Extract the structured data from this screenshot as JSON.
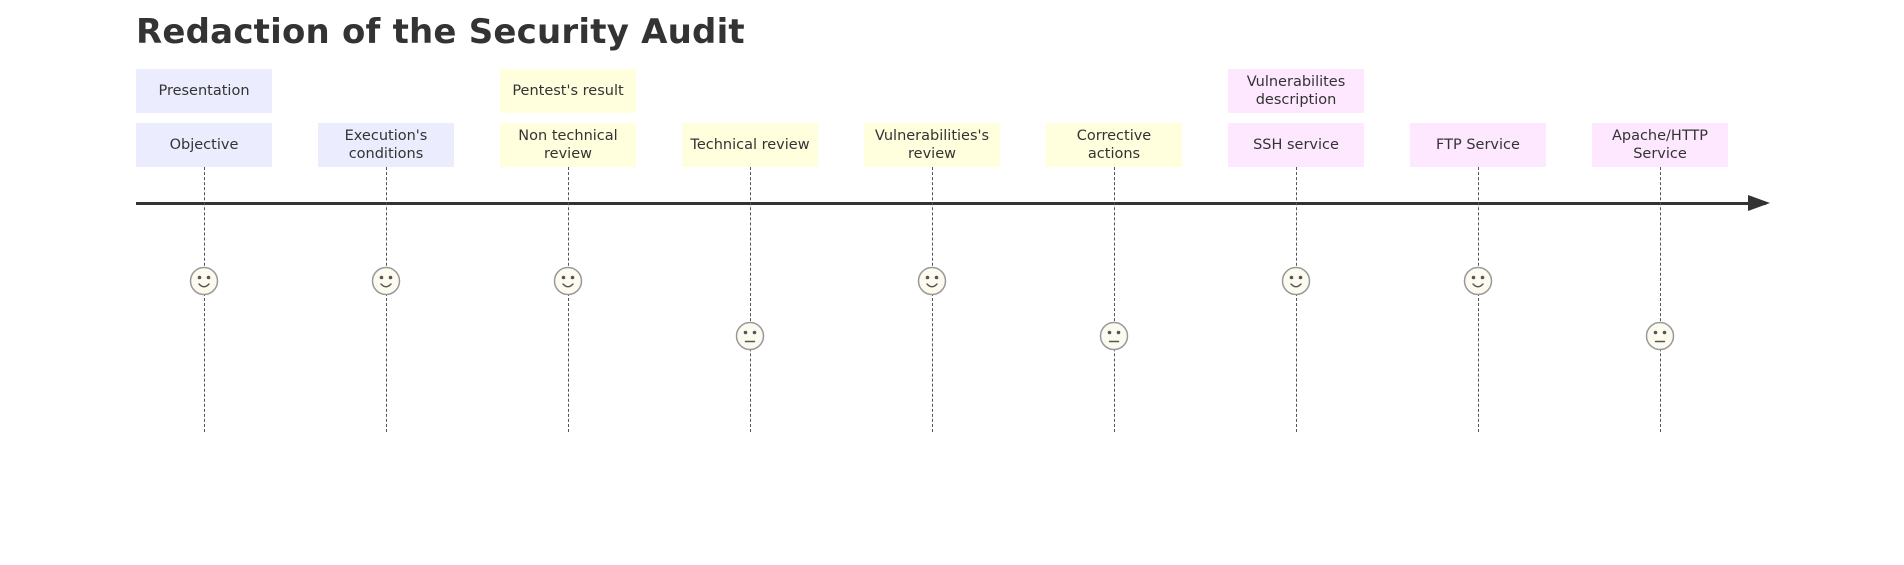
{
  "title": "Redaction of the Security Audit",
  "colors": {
    "section_presentation": "#ececff",
    "section_pentest": "#ffffde",
    "section_vulns": "#fee8ff",
    "axis": "#333333",
    "face_fill": "#fdfbf0",
    "face_stroke": "#999999"
  },
  "sections": [
    {
      "label": "Presentation",
      "color": "#ececff"
    },
    {
      "label": "Pentest's result",
      "color": "#ffffde"
    },
    {
      "label": "Vulnerabilites description",
      "color": "#fee8ff"
    }
  ],
  "tasks": [
    {
      "label": "Objective",
      "mood": "happy",
      "section": 0
    },
    {
      "label": "Execution's conditions",
      "mood": "happy",
      "section": 0
    },
    {
      "label": "Non technical review",
      "mood": "happy",
      "section": 1
    },
    {
      "label": "Technical review",
      "mood": "neutral",
      "section": 1
    },
    {
      "label": "Vulnerabilities's review",
      "mood": "happy",
      "section": 1
    },
    {
      "label": "Corrective actions",
      "mood": "neutral",
      "section": 1
    },
    {
      "label": "SSH service",
      "mood": "happy",
      "section": 2
    },
    {
      "label": "FTP Service",
      "mood": "happy",
      "section": 2
    },
    {
      "label": "Apache/HTTP Service",
      "mood": "neutral",
      "section": 2
    }
  ]
}
